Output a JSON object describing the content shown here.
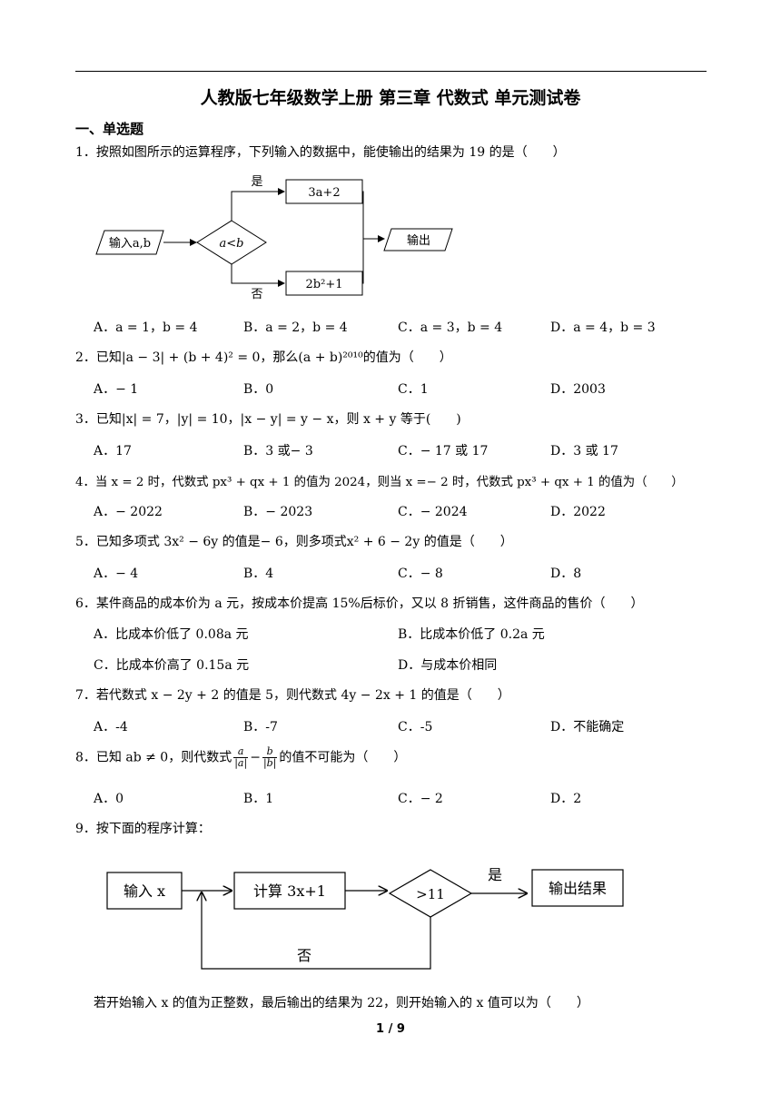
{
  "title": "人教版七年级数学上册 第三章 代数式 单元测试卷",
  "section": "一、单选题",
  "page_footer": "1 / 9",
  "questions": [
    {
      "stem": "1．按照如图所示的运算程序，下列输入的数据中，能使输出的结果为 19 的是（　　）",
      "flow": {
        "input": "输入a,b",
        "condition": "a<b",
        "yes": "是",
        "no": "否",
        "yes_box": "3a+2",
        "no_box": "2b²+1",
        "output": "输出"
      },
      "options": [
        "A．a = 1，b = 4",
        "B．a = 2，b = 4",
        "C．a = 3，b = 4",
        "D．a = 4，b = 3"
      ]
    },
    {
      "stem": "2．已知|a − 3| + (b + 4)² = 0，那么(a + b)²⁰¹⁰的值为（　　）",
      "options": [
        "A．− 1",
        "B．0",
        "C．1",
        "D．2003"
      ]
    },
    {
      "stem": "3．已知|x| = 7，|y| = 10，|x − y| = y − x，则 x + y 等于(　　)",
      "options": [
        "A．17",
        "B．3 或− 3",
        "C．− 17 或 17",
        "D．3 或 17"
      ]
    },
    {
      "stem": "4．当 x = 2 时，代数式 px³ + qx + 1 的值为 2024，则当 x =− 2 时，代数式 px³ + qx + 1 的值为（　　）",
      "options": [
        "A．− 2022",
        "B．− 2023",
        "C．− 2024",
        "D．2022"
      ]
    },
    {
      "stem": "5．已知多项式 3x² − 6y 的值是− 6，则多项式x² + 6 − 2y 的值是（　　）",
      "options": [
        "A．− 4",
        "B．4",
        "C．− 8",
        "D．8"
      ]
    },
    {
      "stem": "6．某件商品的成本价为 a 元，按成本价提高 15%后标价，又以 8 折销售，这件商品的售价（　　）",
      "options": [
        "A．比成本价低了 0.08a 元",
        "B．比成本价低了 0.2a 元",
        "C．比成本价高了 0.15a 元",
        "D．与成本价相同"
      ]
    },
    {
      "stem": "7．若代数式 x − 2y + 2 的值是 5，则代数式 4y − 2x + 1 的值是（　　）",
      "options": [
        "A．-4",
        "B．-7",
        "C．-5",
        "D．不能确定"
      ]
    },
    {
      "stem_pre": "8．已知 ab ≠ 0，则代数式",
      "frac1_num": "a",
      "frac1_den": "|a|",
      "minus": "−",
      "frac2_num": "b",
      "frac2_den": "|b|",
      "stem_post": "的值不可能为（　　）",
      "options": [
        "A．0",
        "B．1",
        "C．− 2",
        "D．2"
      ]
    },
    {
      "stem": "9．按下面的程序计算：",
      "flow": {
        "input": "输入 x",
        "compute": "计算 3x+1",
        "condition": ">11",
        "yes": "是",
        "no": "否",
        "output": "输出结果"
      },
      "followup": "若开始输入 x 的值为正整数，最后输出的结果为 22，则开始输入的 x 值可以为（　　）"
    }
  ]
}
